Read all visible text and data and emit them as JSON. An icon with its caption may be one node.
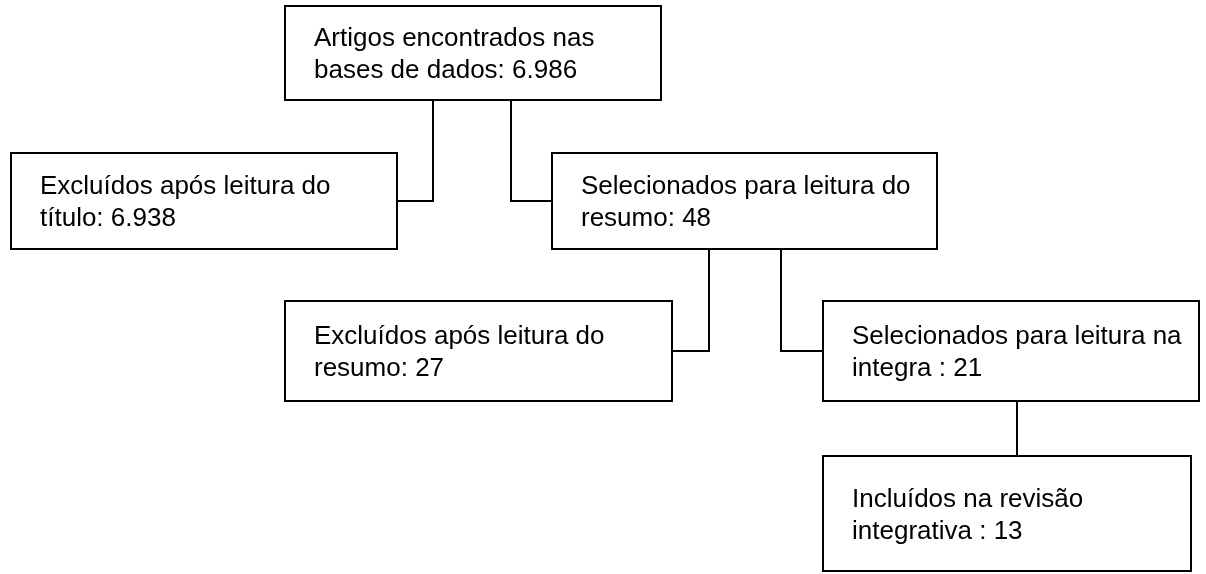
{
  "diagram": {
    "nodes": [
      {
        "text": [
          "Artigos encontrados nas bases de dados: 6.986"
        ]
      },
      {
        "text": [
          "Excluídos após leitura do título: 6.938"
        ]
      },
      {
        "text": [
          "Selecionados para leitura do resumo: 48"
        ]
      },
      {
        "text": [
          "Excluídos após leitura do resumo: 27"
        ]
      },
      {
        "text": [
          "Selecionados para leitura na integra : 21"
        ]
      },
      {
        "text": [
          "Incluídos na revisão integrativa : 13"
        ]
      }
    ],
    "edges": [
      {
        "from": 0,
        "to": 1,
        "arrow": "none"
      },
      {
        "from": 0,
        "to": 2,
        "arrow": "none"
      },
      {
        "from": 2,
        "to": 3,
        "arrow": "none"
      },
      {
        "from": 2,
        "to": 4,
        "arrow": "none"
      },
      {
        "from": 4,
        "to": 5,
        "arrow": "none"
      }
    ]
  }
}
